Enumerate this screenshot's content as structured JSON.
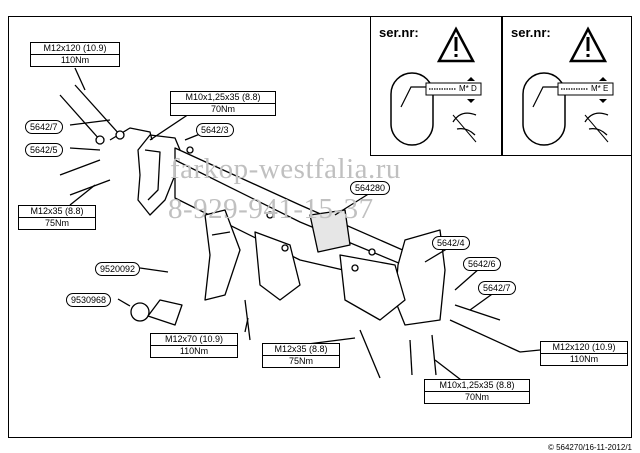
{
  "labels": {
    "bolt_top_left": {
      "spec": "M12x120 (10.9)",
      "torque": "110Nm"
    },
    "bolt_left_mid": {
      "spec": "M12x35 (8.8)",
      "torque": "75Nm"
    },
    "bolt_top_center": {
      "spec": "M10x1,25x35 (8.8)",
      "torque": "70Nm"
    },
    "bolt_ball": {
      "spec": "M12x70 (10.9)",
      "torque": "110Nm"
    },
    "bolt_bottom_center": {
      "spec": "M12x35 (8.8)",
      "torque": "75Nm"
    },
    "bolt_bottom_right": {
      "spec": "M10x1,25x35 (8.8)",
      "torque": "70Nm"
    },
    "bolt_right": {
      "spec": "M12x120 (10.9)",
      "torque": "110Nm"
    }
  },
  "parts": {
    "p1": "5642/7",
    "p2": "5642/5",
    "p3": "5642/3",
    "p4": "564280",
    "p5": "5642/4",
    "p6": "5642/6",
    "p7": "5642/7",
    "p8": "9520092",
    "p9": "9530968"
  },
  "panels": {
    "left": {
      "ser": "ser.nr:",
      "plate": "M* D"
    },
    "right": {
      "ser": "ser.nr:",
      "plate": "M* E"
    }
  },
  "watermark": {
    "line1": "farkop-westfalia.ru",
    "line2": "8-929-941-15-37"
  },
  "copyright": "© 564270/16-11-2012/1"
}
